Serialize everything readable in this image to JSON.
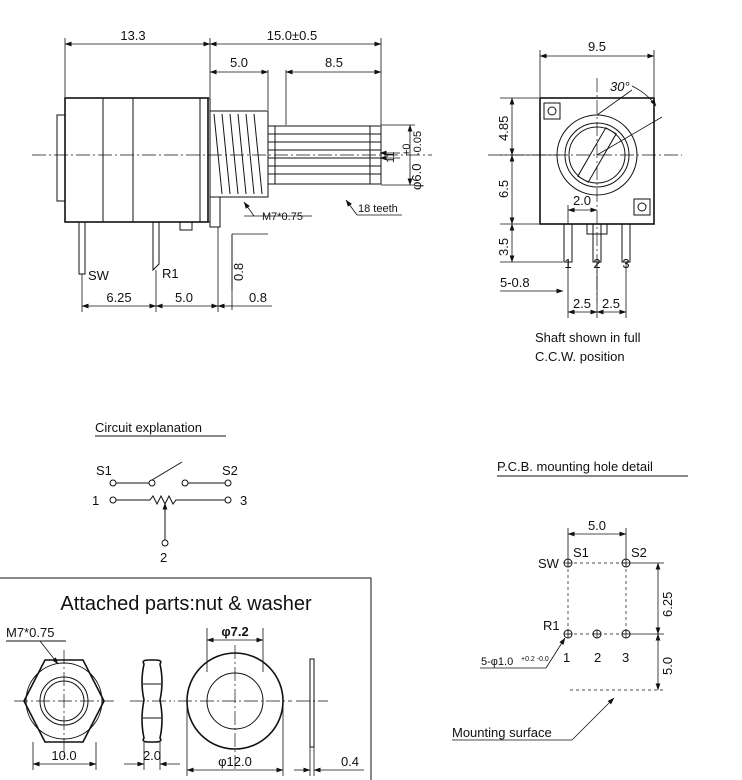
{
  "side_view": {
    "dim_body": "13.3",
    "dim_shaft": "15.0±0.5",
    "dim_thread": "5.0",
    "dim_knurl": "8.5",
    "thread_note": "M7*0.75",
    "teeth_note": "18 teeth",
    "shaft_dia": "φ6.0",
    "shaft_tol_plus": "+0",
    "shaft_tol_minus": "-0.05",
    "dim_11": "11",
    "dim_pin_h": "0.8",
    "dim_pin_w": "0.8",
    "dim_625": "6.25",
    "dim_50": "5.0",
    "label_sw": "SW",
    "label_r1": "R1"
  },
  "front_view": {
    "dim_width": "9.5",
    "angle": "30°",
    "dim_485": "4.85",
    "dim_65": "6.5",
    "dim_20": "2.0",
    "dim_35": "3.5",
    "dim_pins": "5-0.8",
    "pin_1": "1",
    "pin_2": "2",
    "pin_3": "3",
    "pitch_a": "2.5",
    "pitch_b": "2.5",
    "note_line1": "Shaft shown in full",
    "note_line2": "C.C.W.  position"
  },
  "circuit": {
    "title": "Circuit explanation",
    "s1": "S1",
    "s2": "S2",
    "n1": "1",
    "n2": "2",
    "n3": "3"
  },
  "pcb": {
    "title": "P.C.B. mounting hole detail",
    "dim_top": "5.0",
    "dim_side": "6.25",
    "dim_bottom": "5.0",
    "sw": "SW",
    "s1": "S1",
    "s2": "S2",
    "r1": "R1",
    "h1": "1",
    "h2": "2",
    "h3": "3",
    "holes": "5-φ1.0",
    "holes_tol": "+0.2 -0.0",
    "surface": "Mounting surface"
  },
  "parts": {
    "title": "Attached parts:nut & washer",
    "thread": "M7*0.75",
    "inner_dia": "φ7.2",
    "nut_width": "10.0",
    "nut_thick": "2.0",
    "washer_dia": "φ12.0",
    "washer_thick": "0.4"
  }
}
